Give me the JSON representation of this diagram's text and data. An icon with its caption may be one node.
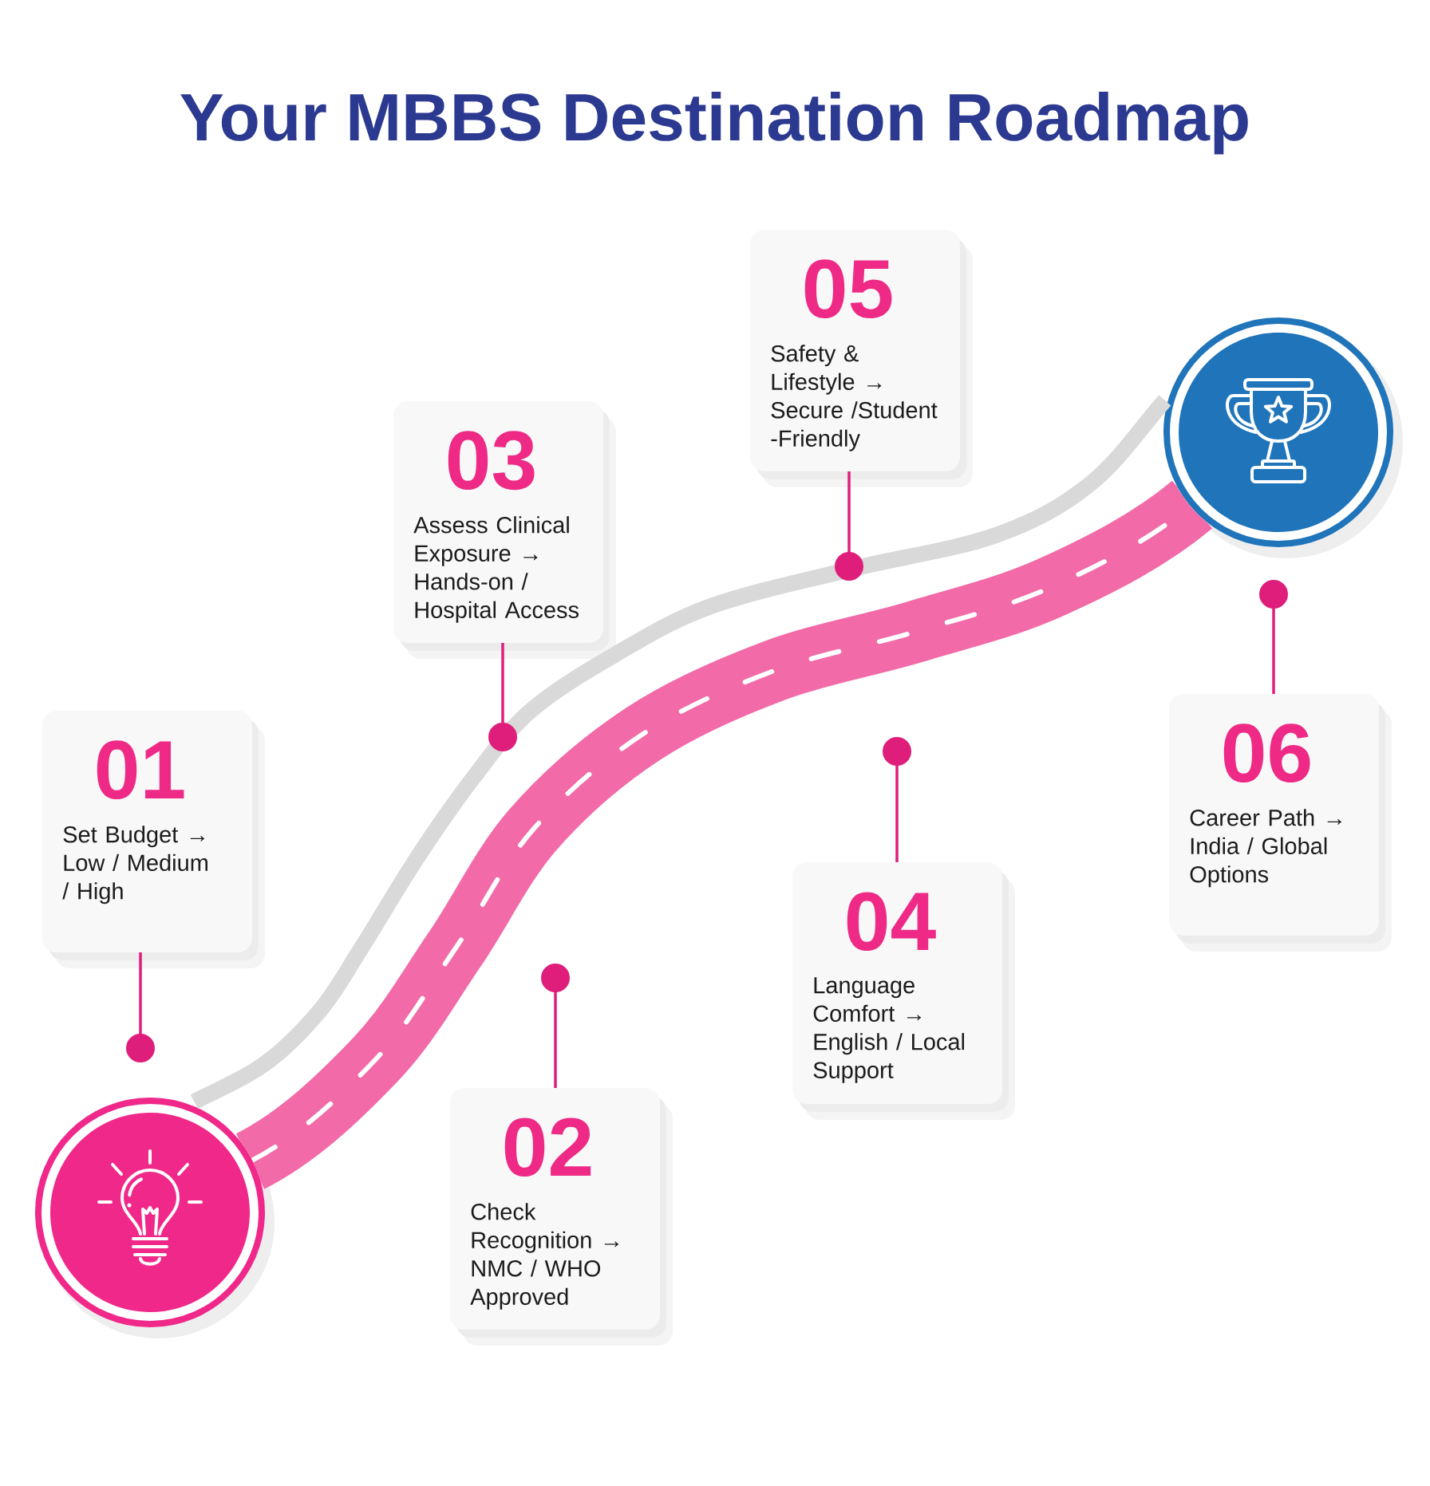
{
  "diagram": {
    "title": "Your MBBS Destination Roadmap",
    "nodes": [
      {
        "text": [],
        "shape": "circle"
      },
      {
        "text": [
          "01",
          "Set Budget → Low / Medium / High"
        ]
      },
      {
        "text": [
          "02",
          "Check Recognition → NMC / WHO Approved"
        ]
      },
      {
        "text": [
          "03",
          "Assess Clinical Exposure → Hands-on / Hospital Access"
        ]
      },
      {
        "text": [
          "04",
          "Language Comfort → English / Local Support"
        ]
      },
      {
        "text": [
          "05",
          "Safety & Lifestyle → Secure /Student -Friendly"
        ]
      },
      {
        "text": [
          "06",
          "Career Path → India / Global Options"
        ]
      },
      {
        "text": [],
        "shape": "circle"
      }
    ],
    "edges": [
      {
        "from": 0,
        "to": 7,
        "arrow": "none",
        "style": "thick",
        "color": "#f26aa8"
      },
      {
        "from": 0,
        "to": 7,
        "arrow": "none",
        "style": "thick",
        "color": "#d9d9d9"
      },
      {
        "from": 1,
        "to": null,
        "arrow": "other"
      },
      {
        "from": 2,
        "to": null,
        "arrow": "other"
      },
      {
        "from": 3,
        "to": null,
        "arrow": "other"
      },
      {
        "from": 4,
        "to": null,
        "arrow": "other"
      },
      {
        "from": 5,
        "to": null,
        "arrow": "other"
      },
      {
        "from": 6,
        "to": null,
        "arrow": "other"
      }
    ]
  }
}
